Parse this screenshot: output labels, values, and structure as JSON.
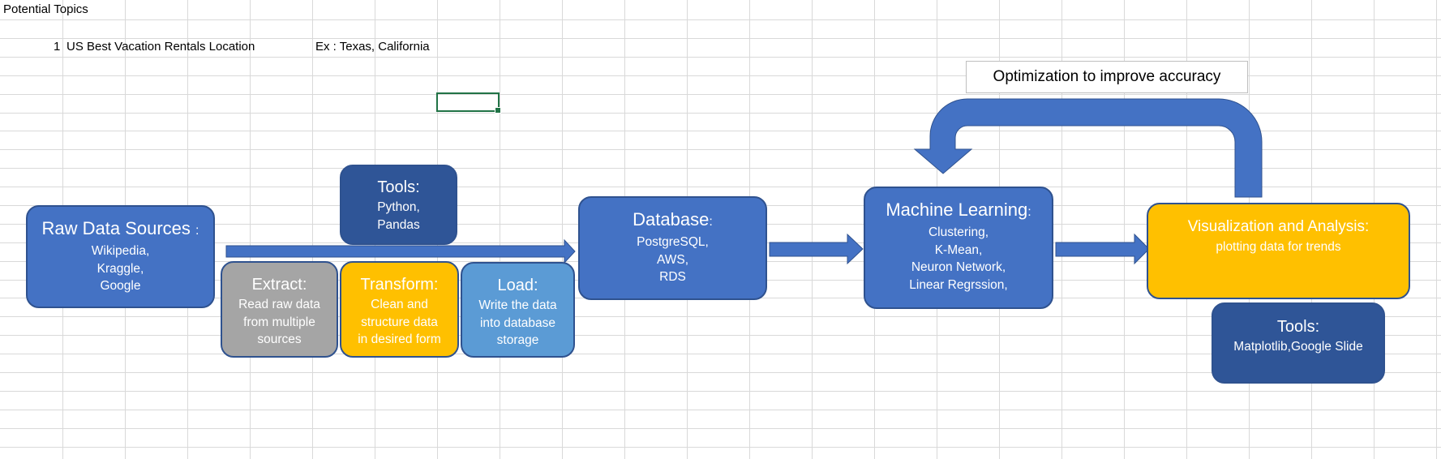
{
  "sheet": {
    "a1_text": "Potential Topics",
    "row3_number": "1",
    "row3_topic": "US Best Vacation Rentals Location",
    "row3_example": "Ex : Texas, California"
  },
  "colors": {
    "box_blue": "#4472c4",
    "box_dark_blue": "#2f5597",
    "box_gray": "#a5a5a5",
    "box_gold": "#ffc000",
    "box_light_blue": "#5b9bd5",
    "selection_green": "#217346",
    "gridline": "#d9d9d9"
  },
  "diagram": {
    "raw": {
      "title": "Raw Data Sources",
      "colon": ":",
      "lines": [
        "Wikipedia,",
        "Kraggle,",
        "Google"
      ]
    },
    "tools_etl": {
      "title": "Tools:",
      "lines": [
        "Python,",
        "Pandas"
      ]
    },
    "extract": {
      "title": "Extract:",
      "lines": [
        "Read raw data",
        "from multiple",
        "sources"
      ]
    },
    "transform": {
      "title": "Transform:",
      "lines": [
        "Clean and",
        "structure data",
        "in desired form"
      ]
    },
    "load": {
      "title": "Load:",
      "lines": [
        "Write the data",
        "into database",
        "storage"
      ]
    },
    "database": {
      "title": "Database",
      "colon": ":",
      "lines": [
        "PostgreSQL,",
        "AWS,",
        "RDS"
      ]
    },
    "ml": {
      "title": "Machine Learning",
      "colon": ":",
      "lines": [
        "Clustering,",
        "K-Mean,",
        "Neuron Network,",
        "Linear Regrssion,"
      ]
    },
    "viz": {
      "title": "Visualization and Analysis:",
      "lines": [
        "plotting data for trends"
      ]
    },
    "tools_viz": {
      "title": "Tools:",
      "lines": [
        "Matplotlib,Google Slide"
      ]
    },
    "optimization_label": "Optimization to improve accuracy"
  }
}
